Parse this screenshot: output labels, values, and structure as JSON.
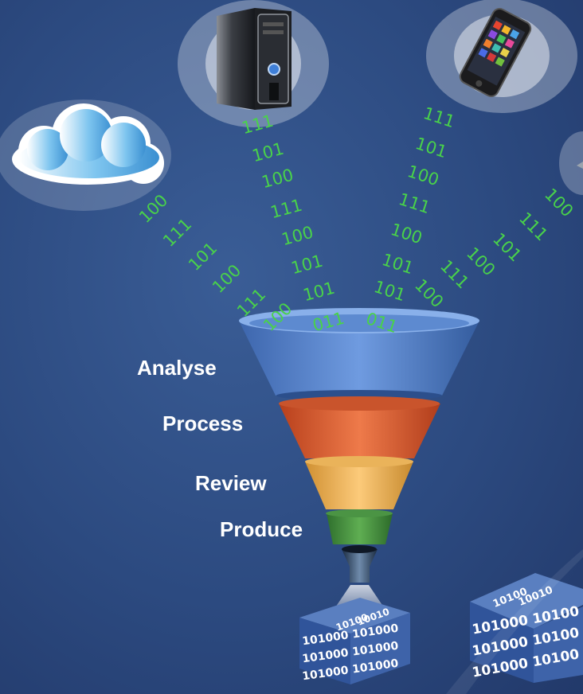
{
  "stages": [
    {
      "label": "Analyse",
      "color": "#4f7dc4"
    },
    {
      "label": "Process",
      "color": "#d7552c"
    },
    {
      "label": "Review",
      "color": "#e6a94c"
    },
    {
      "label": "Produce",
      "color": "#3d8a3a"
    }
  ],
  "streams": {
    "cloud": [
      "100",
      "111",
      "101",
      "100",
      "111",
      "100"
    ],
    "server": [
      "111",
      "101",
      "100",
      "111",
      "100",
      "101",
      "101",
      "011"
    ],
    "phone": [
      "111",
      "101",
      "100",
      "111",
      "100",
      "101",
      "101",
      "011"
    ],
    "right": [
      "100",
      "111",
      "101",
      "100",
      "111",
      "100"
    ]
  },
  "cube_front": [
    "101000 101000",
    "101000 101000",
    "101000 101000"
  ],
  "cube_top": [
    "10100",
    "10010"
  ],
  "cube2_front": [
    "101000 10100",
    "101000 10100",
    "101000 10100"
  ],
  "cube2_top": [
    "10100",
    "10010"
  ],
  "colors": {
    "binary": "#49d24a",
    "background": "#2c4a80"
  }
}
